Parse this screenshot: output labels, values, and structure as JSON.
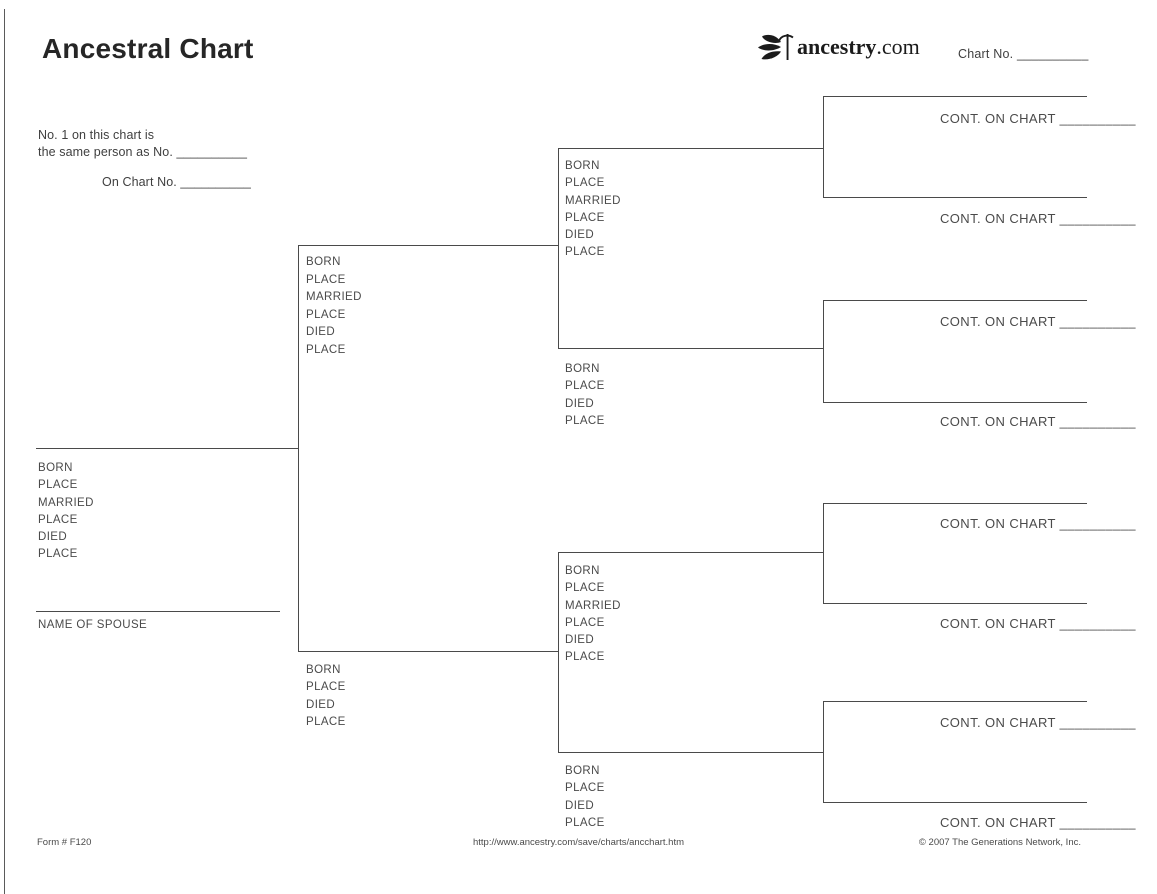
{
  "header": {
    "title": "Ancestral Chart",
    "logo": {
      "brand": "ancestry",
      "suffix": ".com",
      "icon": "leaf-sprig"
    },
    "chart_no": "Chart No. __________"
  },
  "instructions": {
    "line1": "No. 1 on this chart is",
    "line2": "the same person as No. __________",
    "line3": "On Chart No. __________"
  },
  "pedigree": {
    "root": {
      "labels": [
        "BORN",
        "PLACE",
        "MARRIED",
        "PLACE",
        "DIED",
        "PLACE"
      ]
    },
    "spouse_label": "NAME OF SPOUSE",
    "father": {
      "labels": [
        "BORN",
        "PLACE",
        "MARRIED",
        "PLACE",
        "DIED",
        "PLACE"
      ]
    },
    "mother": {
      "labels": [
        "BORN",
        "PLACE",
        "DIED",
        "PLACE"
      ]
    },
    "paternal_grandfather": {
      "labels": [
        "BORN",
        "PLACE",
        "MARRIED",
        "PLACE",
        "DIED",
        "PLACE"
      ]
    },
    "paternal_grandmother": {
      "labels": [
        "BORN",
        "PLACE",
        "DIED",
        "PLACE"
      ]
    },
    "maternal_grandfather": {
      "labels": [
        "BORN",
        "PLACE",
        "MARRIED",
        "PLACE",
        "DIED",
        "PLACE"
      ]
    },
    "maternal_grandmother": {
      "labels": [
        "BORN",
        "PLACE",
        "DIED",
        "PLACE"
      ]
    },
    "cont_label": "CONT. ON CHART __________"
  },
  "footer": {
    "form_number": "Form # F120",
    "url": "http://www.ancestry.com/save/charts/ancchart.htm",
    "copyright": "© 2007 The Generations Network, Inc."
  },
  "colors": {
    "line": "#4a4a4a",
    "label_text": "#4a4a4a",
    "title_text": "#262626"
  }
}
